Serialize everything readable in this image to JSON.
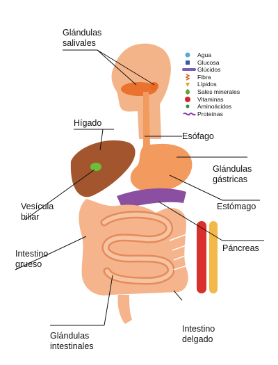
{
  "labels": {
    "salivary_glands": [
      "Glándulas",
      "salivales"
    ],
    "liver": "Hígado",
    "esophagus": "Esófago",
    "gastric_glands": [
      "Glándulas",
      "gástricas"
    ],
    "stomach": "Estómago",
    "gallbladder": [
      "Vesícula",
      "biliar"
    ],
    "large_intestine": [
      "Intestino",
      "grueso"
    ],
    "pancreas": "Páncreas",
    "intestinal_glands": [
      "Glándulas",
      "intestinales"
    ],
    "small_intestine": [
      "Intestino",
      "delgado"
    ]
  },
  "legend": [
    {
      "label": "Agua",
      "icon": "water-drop-icon",
      "color": "#5aa6d6"
    },
    {
      "label": "Glucosa",
      "icon": "glucose-square-icon",
      "color": "#3b57a8"
    },
    {
      "label": "Glúcidos",
      "icon": "carbohydrate-chain-icon",
      "color": "#7a5bb5"
    },
    {
      "label": "Fibra",
      "icon": "fiber-icon",
      "color": "#d8692a"
    },
    {
      "label": "Lípidos",
      "icon": "lipid-icon",
      "color": "#e6a02a"
    },
    {
      "label": "Sales minerales",
      "icon": "mineral-salt-icon",
      "color": "#6aa03a"
    },
    {
      "label": "Vitaminas",
      "icon": "vitamin-icon",
      "color": "#c92b2b"
    },
    {
      "label": "Aminoácidos",
      "icon": "amino-acid-icon",
      "color": "#2e8a3e"
    },
    {
      "label": "Proteínas",
      "icon": "protein-icon",
      "color": "#8a3aa8"
    }
  ],
  "colors": {
    "skin": "#f2a374",
    "organ": "#f39a5e",
    "liver": "#a3552e",
    "intestine": "#f6b48d",
    "blood": "#d8302a",
    "lymph": "#f2b84a"
  }
}
